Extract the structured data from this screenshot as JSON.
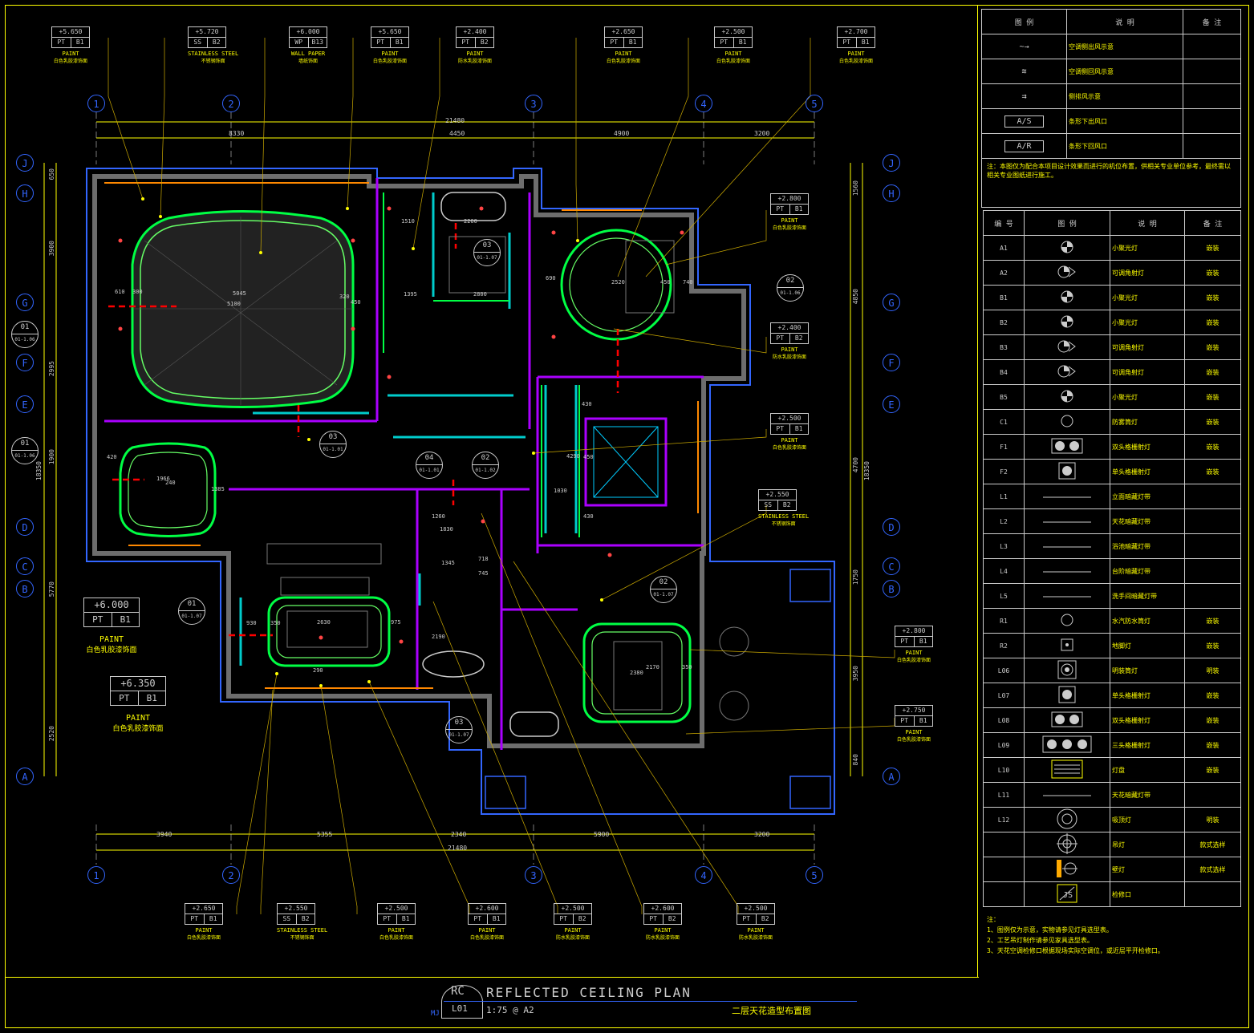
{
  "title_block": {
    "symbol_top": "RC",
    "symbol_bottom": "L01",
    "symbol_side": "MJ",
    "title": "REFLECTED  CEILING  PLAN",
    "scale": "1:75 @ A2",
    "subtitle_cn": "二层天花造型布置图"
  },
  "grid_columns": [
    "1",
    "2",
    "3",
    "4",
    "5"
  ],
  "grid_rows": [
    "J",
    "H",
    "G",
    "F",
    "E",
    "D",
    "C",
    "B",
    "A"
  ],
  "top_dims": {
    "total": "21480",
    "parts": [
      "8330",
      "4450",
      "4900",
      "3200"
    ]
  },
  "bottom_dims": {
    "total": "21480",
    "parts": [
      "3940",
      "5355",
      "2340",
      "5900",
      "3200"
    ]
  },
  "left_dims": {
    "total": "18350",
    "parts": [
      "650",
      "3900",
      "2995",
      "1900",
      "5770",
      "2520"
    ]
  },
  "right_dims": {
    "total": "18350",
    "parts": [
      "1560",
      "4850",
      "4700",
      "1750",
      "3950",
      "840"
    ]
  },
  "top_tags": [
    {
      "level": "+5.650",
      "code": [
        "PT",
        "B1"
      ],
      "name": "PAINT",
      "note": "白色乳胶漆饰面"
    },
    {
      "level": "+5.720",
      "code": [
        "SS",
        "B2"
      ],
      "name": "STAINLESS STEEL",
      "note": "不锈钢饰面"
    },
    {
      "level": "+6.000",
      "code": [
        "WP",
        "B13"
      ],
      "name": "WALL PAPER",
      "note": "墙纸饰面"
    },
    {
      "level": "+5.650",
      "code": [
        "PT",
        "B1"
      ],
      "name": "PAINT",
      "note": "白色乳胶漆饰面"
    },
    {
      "level": "+2.400",
      "code": [
        "PT",
        "B2"
      ],
      "name": "PAINT",
      "note": "防水乳胶漆饰面"
    },
    {
      "level": "+2.650",
      "code": [
        "PT",
        "B1"
      ],
      "name": "PAINT",
      "note": "白色乳胶漆饰面"
    },
    {
      "level": "+2.500",
      "code": [
        "PT",
        "B1"
      ],
      "name": "PAINT",
      "note": "白色乳胶漆饰面"
    },
    {
      "level": "+2.700",
      "code": [
        "PT",
        "B1"
      ],
      "name": "PAINT",
      "note": "白色乳胶漆饰面"
    }
  ],
  "right_tags": [
    {
      "level": "+2.800",
      "code": [
        "PT",
        "B1"
      ],
      "name": "PAINT",
      "note": "白色乳胶漆饰面"
    },
    {
      "level": "+2.400",
      "code": [
        "PT",
        "B2"
      ],
      "name": "PAINT",
      "note": "防水乳胶漆饰面"
    },
    {
      "level": "+2.500",
      "code": [
        "PT",
        "B1"
      ],
      "name": "PAINT",
      "note": "白色乳胶漆饰面"
    },
    {
      "level": "+2.550",
      "code": [
        "SS",
        "B2"
      ],
      "name": "STAINLESS STEEL",
      "note": "不锈钢饰面"
    },
    {
      "level": "+2.800",
      "code": [
        "PT",
        "B1"
      ],
      "name": "PAINT",
      "note": "白色乳胶漆饰面"
    },
    {
      "level": "+2.750",
      "code": [
        "PT",
        "B1"
      ],
      "name": "PAINT",
      "note": "白色乳胶漆饰面"
    }
  ],
  "bottom_tags": [
    {
      "level": "+2.650",
      "code": [
        "PT",
        "B1"
      ],
      "name": "PAINT",
      "note": "白色乳胶漆饰面"
    },
    {
      "level": "+2.550",
      "code": [
        "SS",
        "B2"
      ],
      "name": "STAINLESS STEEL",
      "note": "不锈钢饰面"
    },
    {
      "level": "+2.500",
      "code": [
        "PT",
        "B1"
      ],
      "name": "PAINT",
      "note": "白色乳胶漆饰面"
    },
    {
      "level": "+2.600",
      "code": [
        "PT",
        "B1"
      ],
      "name": "PAINT",
      "note": "白色乳胶漆饰面"
    },
    {
      "level": "+2.500",
      "code": [
        "PT",
        "B2"
      ],
      "name": "PAINT",
      "note": "防水乳胶漆饰面"
    },
    {
      "level": "+2.600",
      "code": [
        "PT",
        "B2"
      ],
      "name": "PAINT",
      "note": "防水乳胶漆饰面"
    },
    {
      "level": "+2.500",
      "code": [
        "PT",
        "B2"
      ],
      "name": "PAINT",
      "note": "防水乳胶漆饰面"
    }
  ],
  "big_tags": [
    {
      "level": "+6.000",
      "code": [
        "PT",
        "B1"
      ],
      "name": "PAINT",
      "note": "白色乳胶漆饰面"
    },
    {
      "level": "+6.350",
      "code": [
        "PT",
        "B1"
      ],
      "name": "PAINT",
      "note": "白色乳胶漆饰面"
    }
  ],
  "legend1": {
    "headers": [
      "图 例",
      "说  明",
      "备 注"
    ],
    "rows": [
      {
        "symbol": "~→",
        "desc": "空调侧出风示意"
      },
      {
        "symbol": "≋",
        "desc": "空调侧回风示意"
      },
      {
        "symbol": "⇉",
        "desc": "侧排风示意"
      },
      {
        "symbol": "A/S",
        "desc": "条形下出风口"
      },
      {
        "symbol": "A/R",
        "desc": "条形下回风口"
      }
    ],
    "note": "注：本图仅为配合本项目设计效果而进行的机位布置，供相关专业单位参考，最终需以相关专业图纸进行施工。"
  },
  "legend2": {
    "headers": [
      "编 号",
      "图 例",
      "说 明",
      "备 注"
    ],
    "rows": [
      {
        "code": "A1",
        "desc": "小聚光灯",
        "note": "嵌装"
      },
      {
        "code": "A2",
        "desc": "可调角射灯",
        "note": "嵌装"
      },
      {
        "code": "B1",
        "desc": "小聚光灯",
        "note": "嵌装"
      },
      {
        "code": "B2",
        "desc": "小聚光灯",
        "note": "嵌装"
      },
      {
        "code": "B3",
        "desc": "可调角射灯",
        "note": "嵌装"
      },
      {
        "code": "B4",
        "desc": "可调角射灯",
        "note": "嵌装"
      },
      {
        "code": "B5",
        "desc": "小聚光灯",
        "note": "嵌装"
      },
      {
        "code": "C1",
        "desc": "防雾筒灯",
        "note": "嵌装"
      },
      {
        "code": "F1",
        "desc": "双头格栅射灯",
        "note": "嵌装"
      },
      {
        "code": "F2",
        "desc": "单头格栅射灯",
        "note": "嵌装"
      },
      {
        "code": "L1",
        "desc": "立面暗藏灯带",
        "note": ""
      },
      {
        "code": "L2",
        "desc": "天花暗藏灯带",
        "note": ""
      },
      {
        "code": "L3",
        "desc": "浴池暗藏灯带",
        "note": ""
      },
      {
        "code": "L4",
        "desc": "台阶暗藏灯带",
        "note": ""
      },
      {
        "code": "L5",
        "desc": "洗手间暗藏灯带",
        "note": ""
      },
      {
        "code": "R1",
        "desc": "水汽防水筒灯",
        "note": "嵌装"
      },
      {
        "code": "R2",
        "desc": "地脚灯",
        "note": "嵌装"
      },
      {
        "code": "L06",
        "desc": "明装筒灯",
        "note": "明装"
      },
      {
        "code": "L07",
        "desc": "单头格栅射灯",
        "note": "嵌装"
      },
      {
        "code": "L08",
        "desc": "双头格栅射灯",
        "note": "嵌装"
      },
      {
        "code": "L09",
        "desc": "三头格栅射灯",
        "note": "嵌装"
      },
      {
        "code": "L10",
        "desc": "灯盘",
        "note": "嵌装"
      },
      {
        "code": "L11",
        "desc": "天花暗藏灯带",
        "note": ""
      },
      {
        "code": "L12",
        "desc": "吸顶灯",
        "note": "明装"
      },
      {
        "code": "",
        "desc": "吊灯",
        "note": "款式选样"
      },
      {
        "code": "",
        "desc": "壁灯",
        "note": "款式选样"
      },
      {
        "code": "",
        "desc": "检修口",
        "note": ""
      }
    ],
    "notes_title": "注：",
    "notes": [
      "1、图例仅为示意，实物请参见灯具选型表。",
      "2、工艺吊灯制作请参见家具选型表。",
      "3、天花空调检修口根据现场实际空调位，或近层平开检修口。"
    ]
  },
  "room_dims": [
    "5045",
    "5100",
    "610",
    "300",
    "450",
    "320",
    "1510",
    "2260",
    "2800",
    "1395",
    "690",
    "2520",
    "450",
    "740",
    "430",
    "1030",
    "4290",
    "450",
    "430",
    "1345",
    "745",
    "718",
    "1260",
    "1830",
    "2190",
    "2630",
    "930",
    "975",
    "350",
    "2380",
    "2170",
    "350",
    "1966",
    "240",
    "420",
    "1385",
    "290"
  ],
  "callouts": [
    {
      "num": "01",
      "ref": "01-1.06"
    },
    {
      "num": "01",
      "ref": "01-1.06"
    },
    {
      "num": "02",
      "ref": "01-1.06"
    },
    {
      "num": "03",
      "ref": "01-1.07"
    },
    {
      "num": "03",
      "ref": "01-1.01"
    },
    {
      "num": "04",
      "ref": "01-1.01"
    },
    {
      "num": "02",
      "ref": "01-1.02"
    },
    {
      "num": "02",
      "ref": "01-1.07"
    },
    {
      "num": "01",
      "ref": "01-1.07"
    },
    {
      "num": "03",
      "ref": "01-1.07"
    }
  ]
}
